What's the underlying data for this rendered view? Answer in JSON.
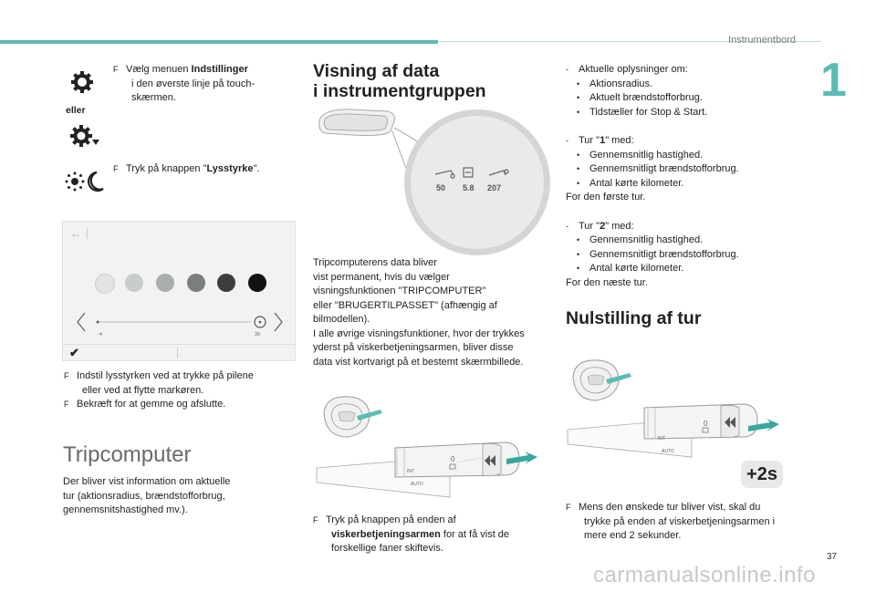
{
  "header": {
    "section_title": "Instrumentbord",
    "chapter_number": "1",
    "page_number": "37",
    "watermark": "carmanualsonline.info"
  },
  "left": {
    "or_label": "eller",
    "step1_prefix": "Vælg menuen ",
    "step1_bold": "Indstillinger",
    "step1_line2": "i den øverste linje på touch-",
    "step1_line3": "skærmen.",
    "step2_prefix": "Tryk på knappen \"",
    "step2_bold": "Lysstyrke",
    "step2_suffix": "\".",
    "slider_min": "-4",
    "slider_max": "30",
    "step3_line1": "Indstil lysstyrken ved at trykke på pilene",
    "step3_line2": "eller ved at flytte markøren.",
    "step4": "Bekræft for at gemme og afslutte.",
    "trip_title": "Tripcomputer",
    "trip_line1": "Der bliver vist information om aktuelle",
    "trip_line2": "tur (aktionsradius, brændstofforbrug,",
    "trip_line3": "gennemsnitshastighed mv.)."
  },
  "middle": {
    "title_line1": "Visning af data",
    "title_line2": "i instrumentgruppen",
    "gauge_values": [
      "50",
      "5.8",
      "207"
    ],
    "para_lines": [
      "Tripcomputerens data bliver",
      "vist permanent, hvis du vælger",
      "visningsfunktionen \"TRIPCOMPUTER\"",
      "eller \"BRUGERTILPASSET\" (afhængig af",
      "bilmodellen).",
      "I alle øvrige visningsfunktioner, hvor der trykkes",
      "yderst på viskerbetjeningsarmen, bliver disse",
      "data vist kortvarigt på et bestemt skærmbillede."
    ],
    "step_prefix": "Tryk på knappen på enden af",
    "step_bold": "viskerbetjeningsarmen",
    "step_mid": " for at få vist de",
    "step_line3": "forskellige faner skiftevis.",
    "stalk_labels": [
      "0",
      "AUTO",
      "INT"
    ]
  },
  "right": {
    "item1_head": "Aktuelle oplysninger om:",
    "item1_points": [
      "Aktionsradius.",
      "Aktuelt brændstofforbrug.",
      "Tidstæller for Stop & Start."
    ],
    "item2_prefix": "Tur \"",
    "item2_bold": "1",
    "item2_suffix": "\" med:",
    "item2_points": [
      "Gennemsnitlig hastighed.",
      "Gennemsnitligt brændstofforbrug.",
      "Antal kørte kilometer."
    ],
    "item2_tail": "For den første tur.",
    "item3_prefix": "Tur \"",
    "item3_bold": "2",
    "item3_suffix": "\" med:",
    "item3_points": [
      "Gennemsnitlig hastighed.",
      "Gennemsnitligt brændstofforbrug.",
      "Antal kørte kilometer."
    ],
    "item3_tail": "For den næste tur.",
    "reset_title": "Nulstilling af tur",
    "badge": "+2s",
    "reset_line1": "Mens den ønskede tur bliver vist, skal du",
    "reset_line2": "trykke på enden af viskerbetjeningsarmen i",
    "reset_line3": "mere end 2 sekunder.",
    "stalk_labels": [
      "0",
      "AUTO",
      "INT"
    ]
  },
  "colors": {
    "accent": "#5bbcb4",
    "arrow": "#3aa69d"
  }
}
